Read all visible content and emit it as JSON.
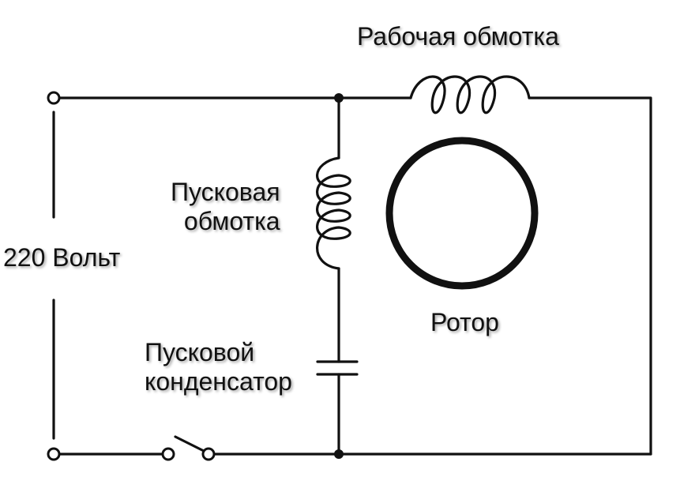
{
  "labels": {
    "run_winding": "Рабочая обмотка",
    "start_winding_line1": "Пусковая",
    "start_winding_line2": "обмотка",
    "voltage": "220 Вольт",
    "rotor": "Ротор",
    "start_capacitor_line1": "Пусковой",
    "start_capacitor_line2": "конденсатор"
  },
  "colors": {
    "wire": "#111111",
    "background": "#ffffff"
  }
}
